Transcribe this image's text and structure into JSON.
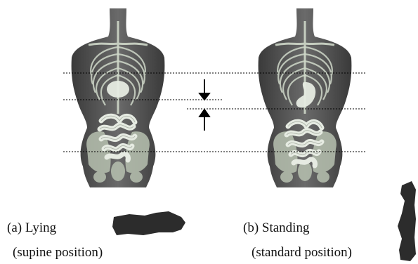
{
  "figure": {
    "panels": [
      {
        "label": "(a) Lying",
        "sublabel": "(supine position)"
      },
      {
        "label": "(b) Standing",
        "sublabel": "(standard position)"
      }
    ]
  },
  "colors": {
    "skin": "#5b5b5b",
    "skin_dark": "#2f2f2f",
    "bone": "#cfd8c9",
    "organ": "#e6ebe2",
    "stomach_silhouette": "#2c2c2c",
    "guide_line": "#000000"
  }
}
